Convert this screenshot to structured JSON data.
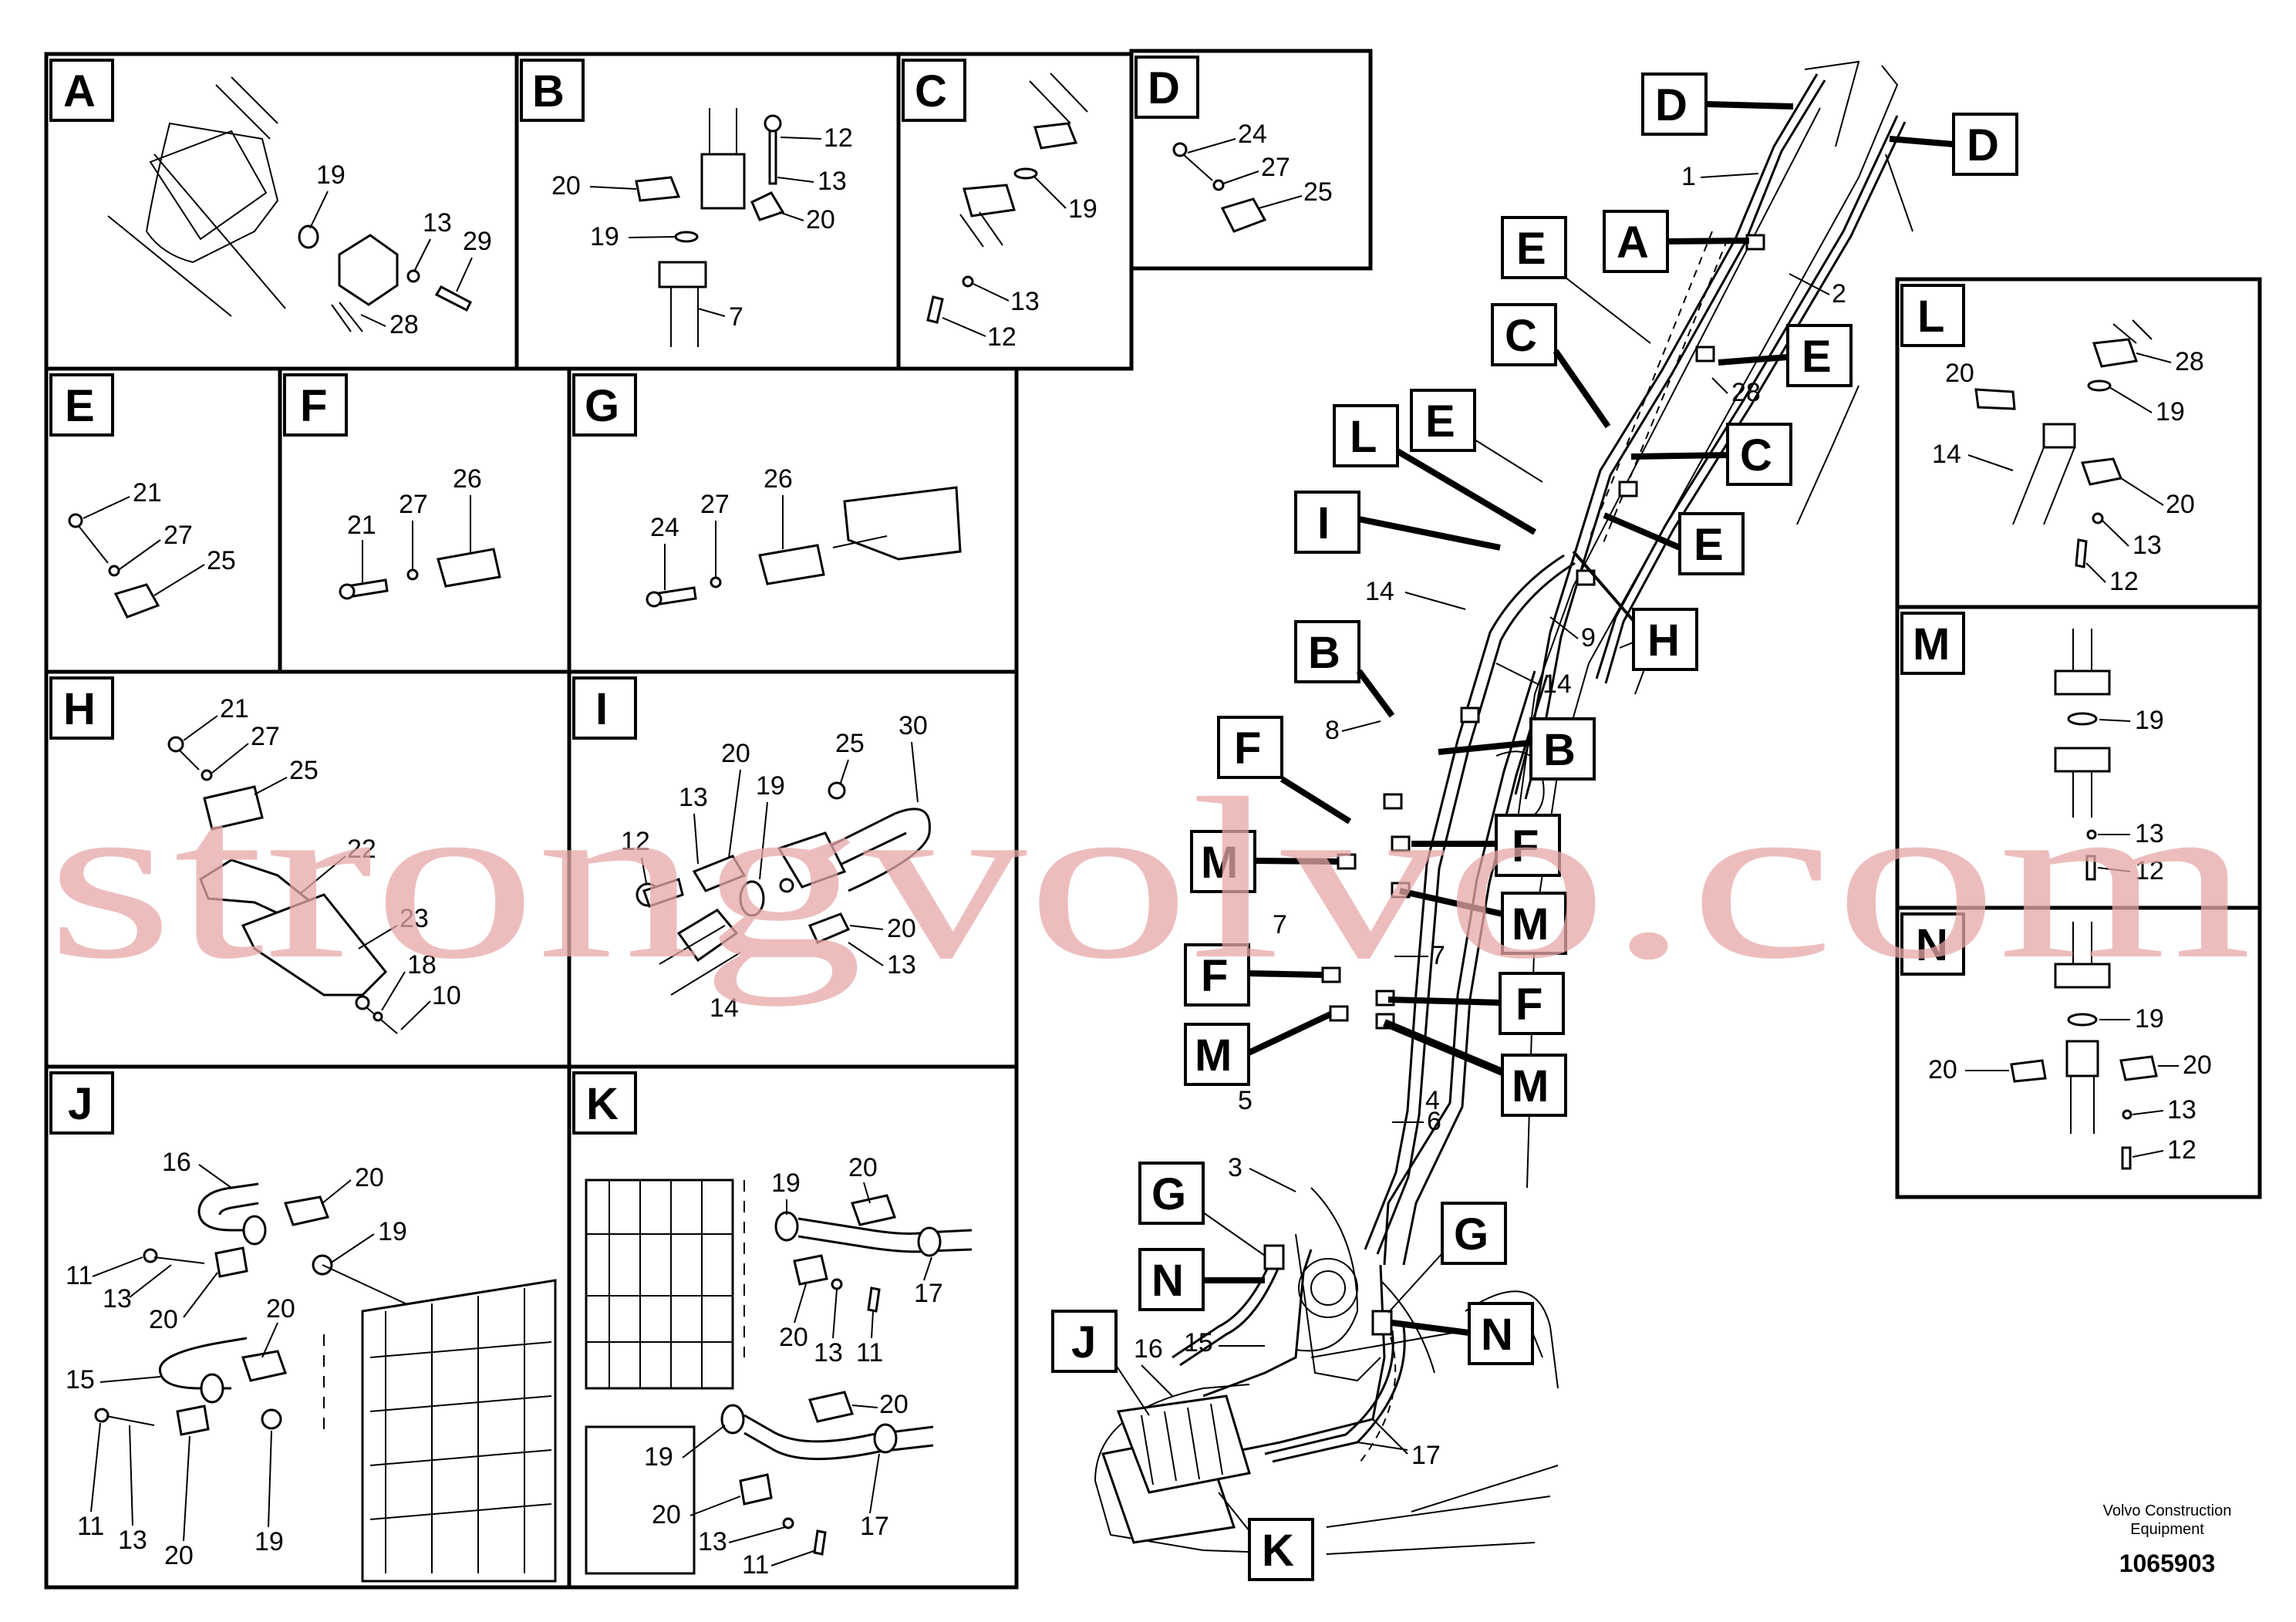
{
  "panels": {
    "A": {
      "letter": "A",
      "labels": [
        "19",
        "13",
        "29",
        "28"
      ]
    },
    "B": {
      "letter": "B",
      "labels": [
        "12",
        "13",
        "20",
        "20",
        "19",
        "7"
      ]
    },
    "C": {
      "letter": "C",
      "labels": [
        "19",
        "13",
        "12"
      ]
    },
    "D": {
      "letter": "D",
      "labels": [
        "24",
        "27",
        "25"
      ]
    },
    "E": {
      "letter": "E",
      "labels": [
        "21",
        "27",
        "25"
      ]
    },
    "F": {
      "letter": "F",
      "labels": [
        "21",
        "27",
        "26"
      ]
    },
    "G": {
      "letter": "G",
      "labels": [
        "24",
        "27",
        "26"
      ]
    },
    "H": {
      "letter": "H",
      "labels": [
        "21",
        "27",
        "25",
        "22",
        "23",
        "18",
        "10"
      ]
    },
    "I": {
      "letter": "I",
      "labels": [
        "25",
        "30",
        "20",
        "13",
        "19",
        "12",
        "20",
        "13",
        "14"
      ]
    },
    "J": {
      "letter": "J",
      "labels": [
        "16",
        "20",
        "19",
        "11",
        "13",
        "20",
        "20",
        "15",
        "11",
        "13",
        "20",
        "19"
      ]
    },
    "K": {
      "letter": "K",
      "labels": [
        "20",
        "19",
        "17",
        "20",
        "13",
        "11",
        "20",
        "19",
        "20",
        "13",
        "11",
        "17"
      ]
    },
    "L": {
      "letter": "L",
      "labels": [
        "28",
        "20",
        "19",
        "14",
        "20",
        "13",
        "12"
      ]
    },
    "M": {
      "letter": "M",
      "labels": [
        "19",
        "13",
        "12"
      ]
    },
    "N": {
      "letter": "N",
      "labels": [
        "19",
        "20",
        "20",
        "13",
        "12"
      ]
    }
  },
  "main_callouts": [
    "D",
    "D",
    "A",
    "E",
    "C",
    "E",
    "L",
    "E",
    "C",
    "I",
    "E",
    "H",
    "B",
    "B",
    "F",
    "F",
    "M",
    "M",
    "F",
    "F",
    "M",
    "M",
    "G",
    "G",
    "N",
    "N",
    "J",
    "K"
  ],
  "main_numbers": [
    "1",
    "2",
    "28",
    "14",
    "9",
    "14",
    "8",
    "7",
    "7",
    "5",
    "4",
    "3",
    "6",
    "16",
    "15",
    "17"
  ],
  "watermark": "strongvolvo.com",
  "footer": {
    "company_line1": "Volvo Construction",
    "company_line2": "Equipment",
    "doc_number": "1065903"
  }
}
